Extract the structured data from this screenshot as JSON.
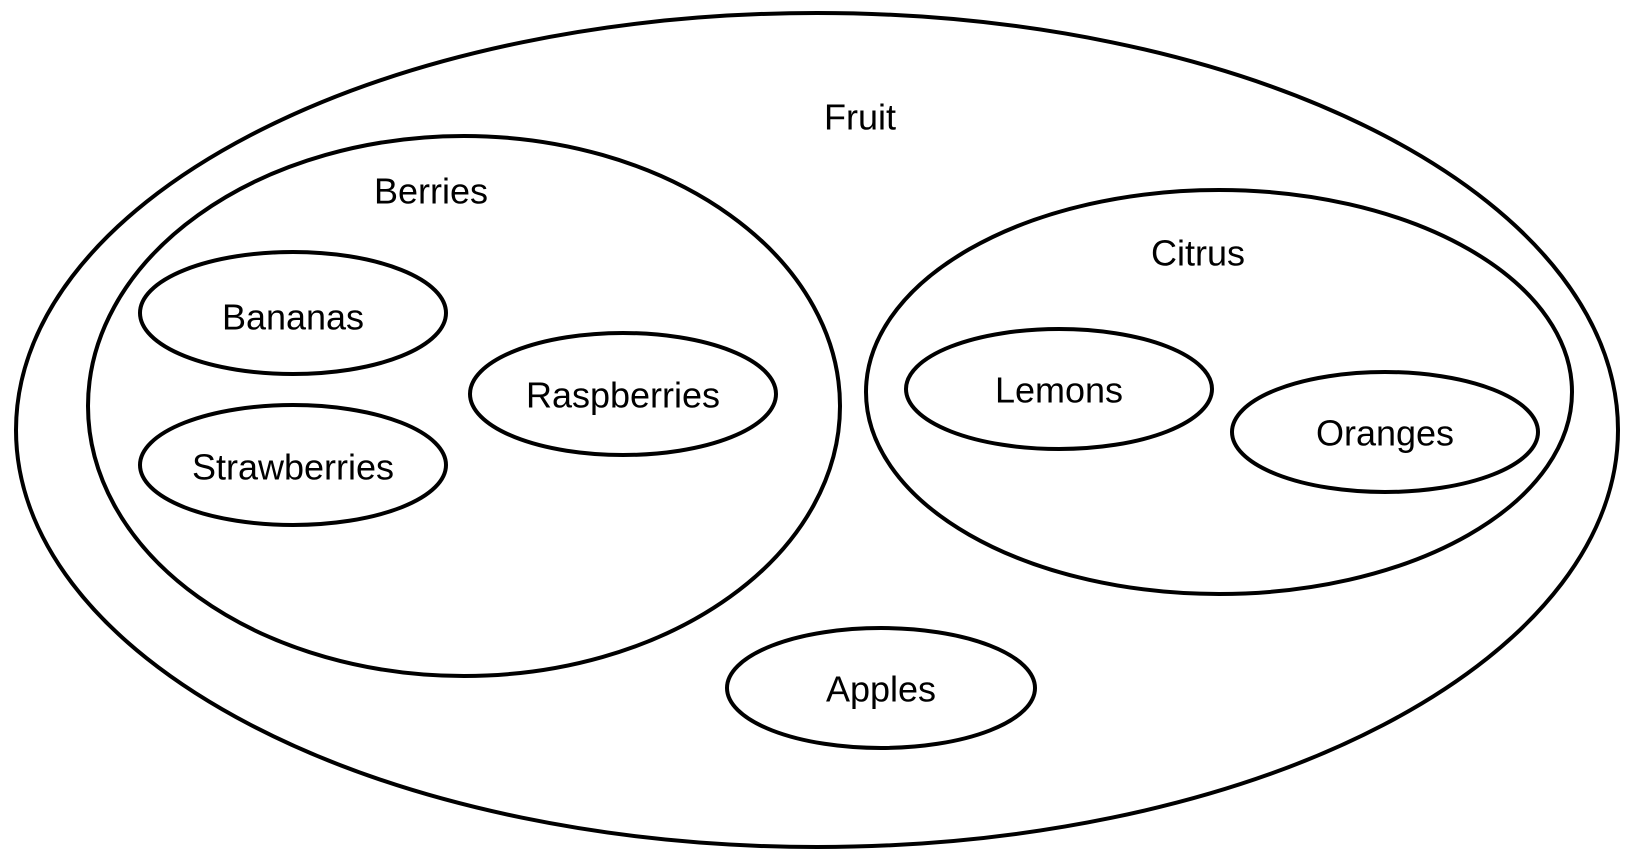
{
  "diagram": {
    "fruit": {
      "label": "Fruit",
      "berries": {
        "label": "Berries",
        "items": {
          "bananas": "Bananas",
          "strawberries": "Strawberries",
          "raspberries": "Raspberries"
        }
      },
      "citrus": {
        "label": "Citrus",
        "items": {
          "lemons": "Lemons",
          "oranges": "Oranges"
        }
      },
      "apples": "Apples"
    }
  },
  "colors": {
    "stroke": "#000000",
    "background": "#ffffff"
  }
}
